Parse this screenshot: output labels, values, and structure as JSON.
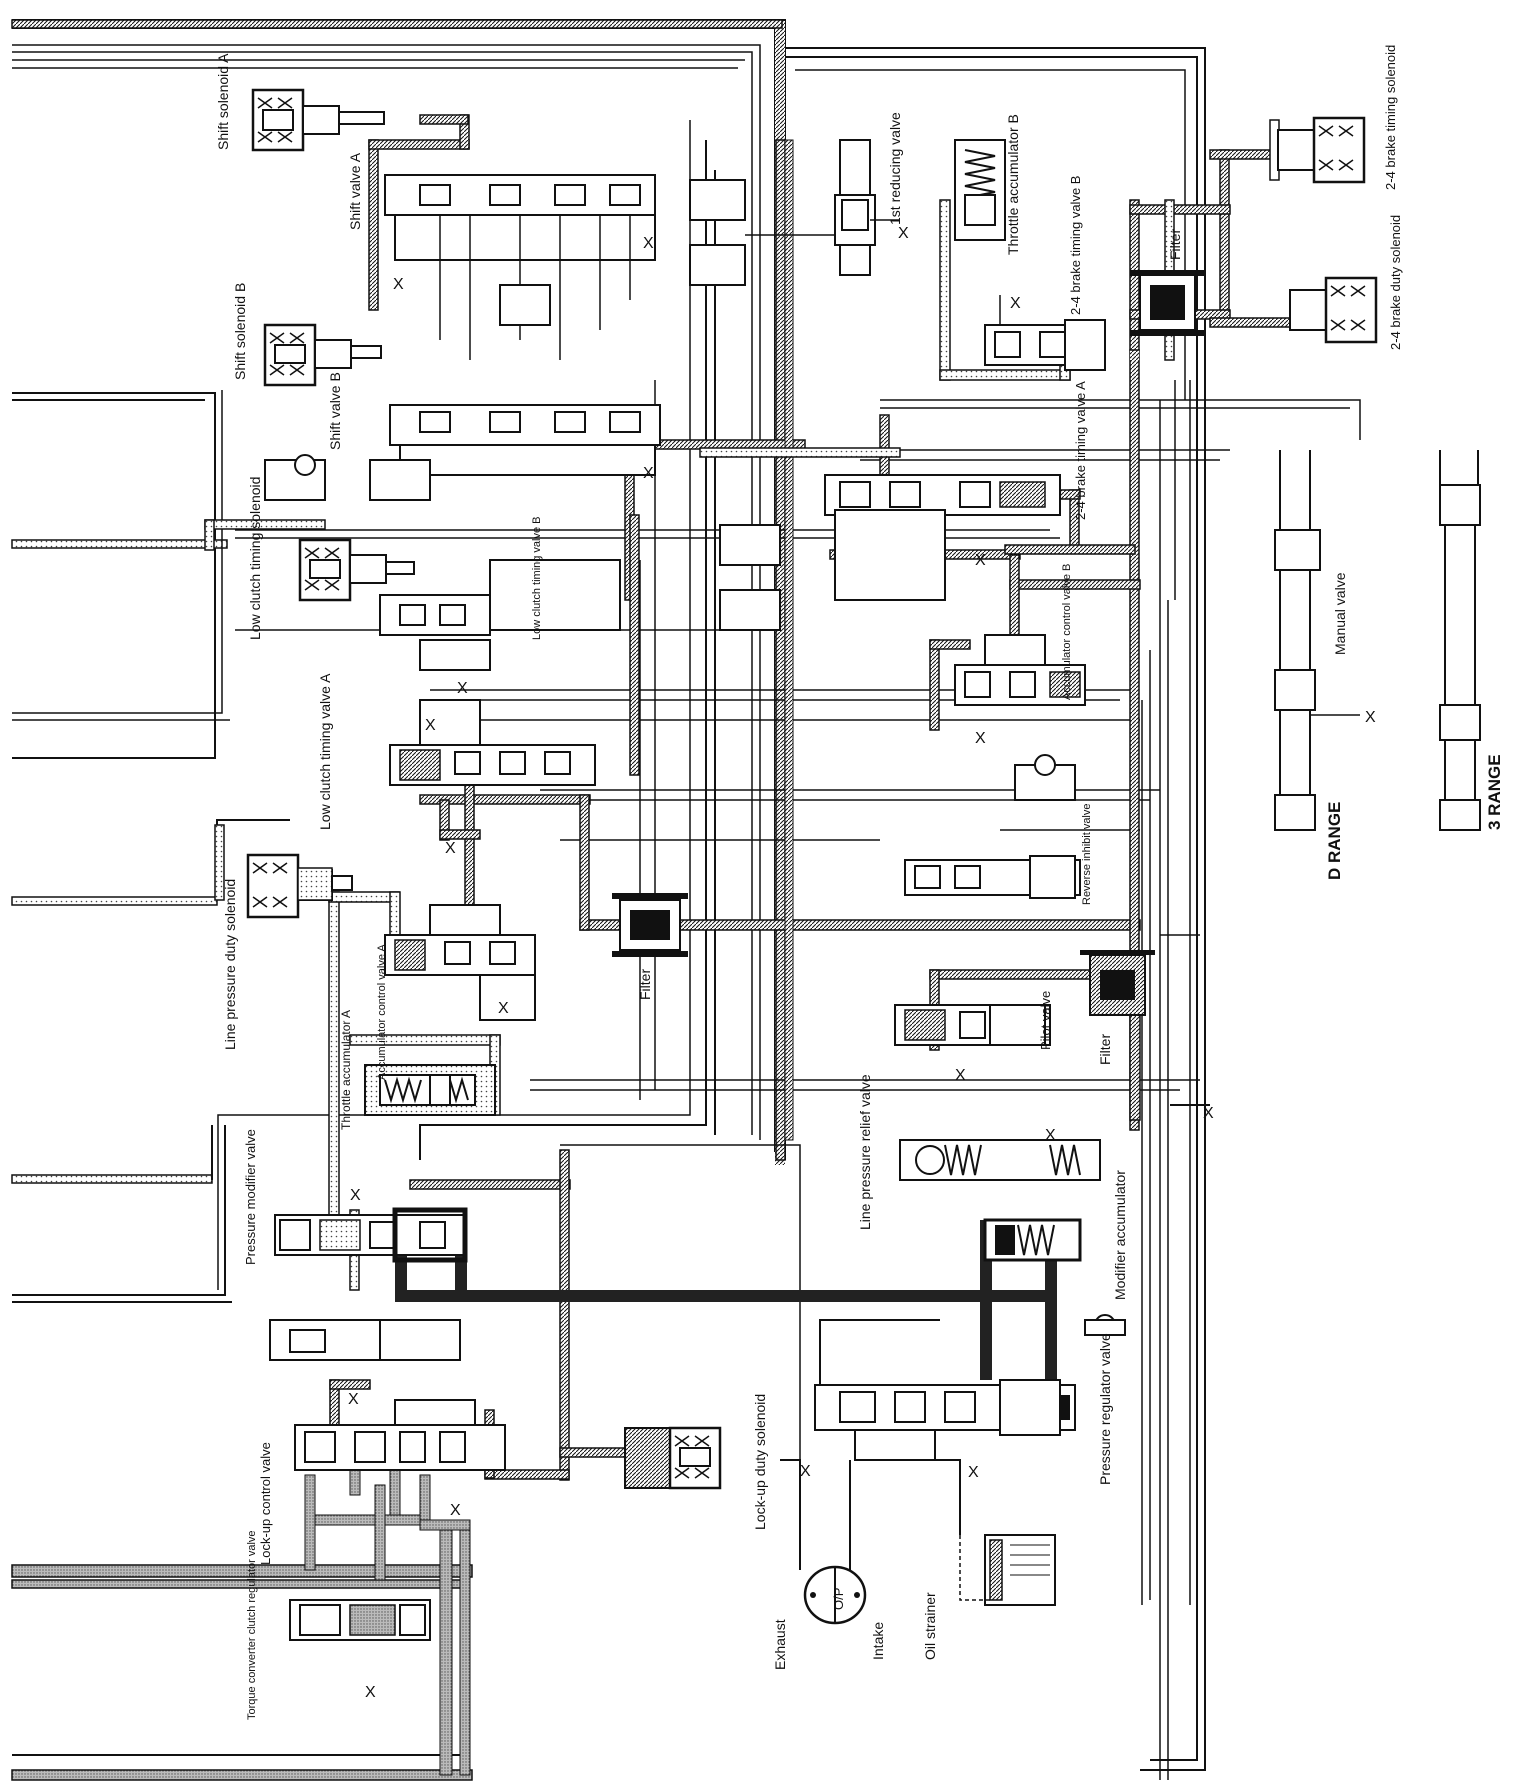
{
  "labels": {
    "shift_solenoid_a": "Shift solenoid A",
    "shift_valve_a": "Shift valve A",
    "shift_solenoid_b": "Shift solenoid B",
    "shift_valve_b": "Shift valve B",
    "low_clutch_timing_solenoid": "Low clutch timing solenoid",
    "low_clutch_timing_valve_b": "Low clutch timing valve B",
    "low_clutch_timing_valve_a": "Low clutch timing valve A",
    "line_pressure_duty_solenoid": "Line pressure duty solenoid",
    "accumulator_control_valve_a": "Accumulator control valve A",
    "throttle_accumulator_a": "Throttle accumulator A",
    "filter_center": "Filter",
    "pressure_modifier_valve": "Pressure modifier valve",
    "lock_up_control_valve": "Lock-up control valve",
    "lock_up_duty_solenoid": "Lock-up duty solenoid",
    "torque_converter_clutch_regulator_valve": "Torque converter clutch regulator valve",
    "first_reducing_valve": "1st reducing valve",
    "throttle_accumulator_b": "Throttle accumulator B",
    "brake_24_timing_solenoid": "2-4 brake timing solenoid",
    "brake_24_timing_valve_b": "2-4 brake timing valve B",
    "filter_top": "Filter",
    "brake_24_duty_solenoid": "2-4 brake duty solenoid",
    "brake_24_timing_valve_a": "2-4 brake timing valve A",
    "accumulator_control_valve_b": "Accumulator control valve B",
    "reverse_inhibit_valve": "Reverse inhibit valve",
    "pilot_valve": "Pilot valve",
    "filter_pilot": "Filter",
    "line_pressure_relief_valve": "Line pressure relief valve",
    "modifier_accumulator": "Modifier accumulator",
    "pressure_regulator_valve": "Pressure regulator valve",
    "oil_pump": "O/P",
    "exhaust": "Exhaust",
    "intake": "Intake",
    "oil_strainer": "Oil strainer",
    "manual_valve": "Manual valve",
    "d_range": "D RANGE",
    "three_range": "3 RANGE",
    "x": "X"
  }
}
